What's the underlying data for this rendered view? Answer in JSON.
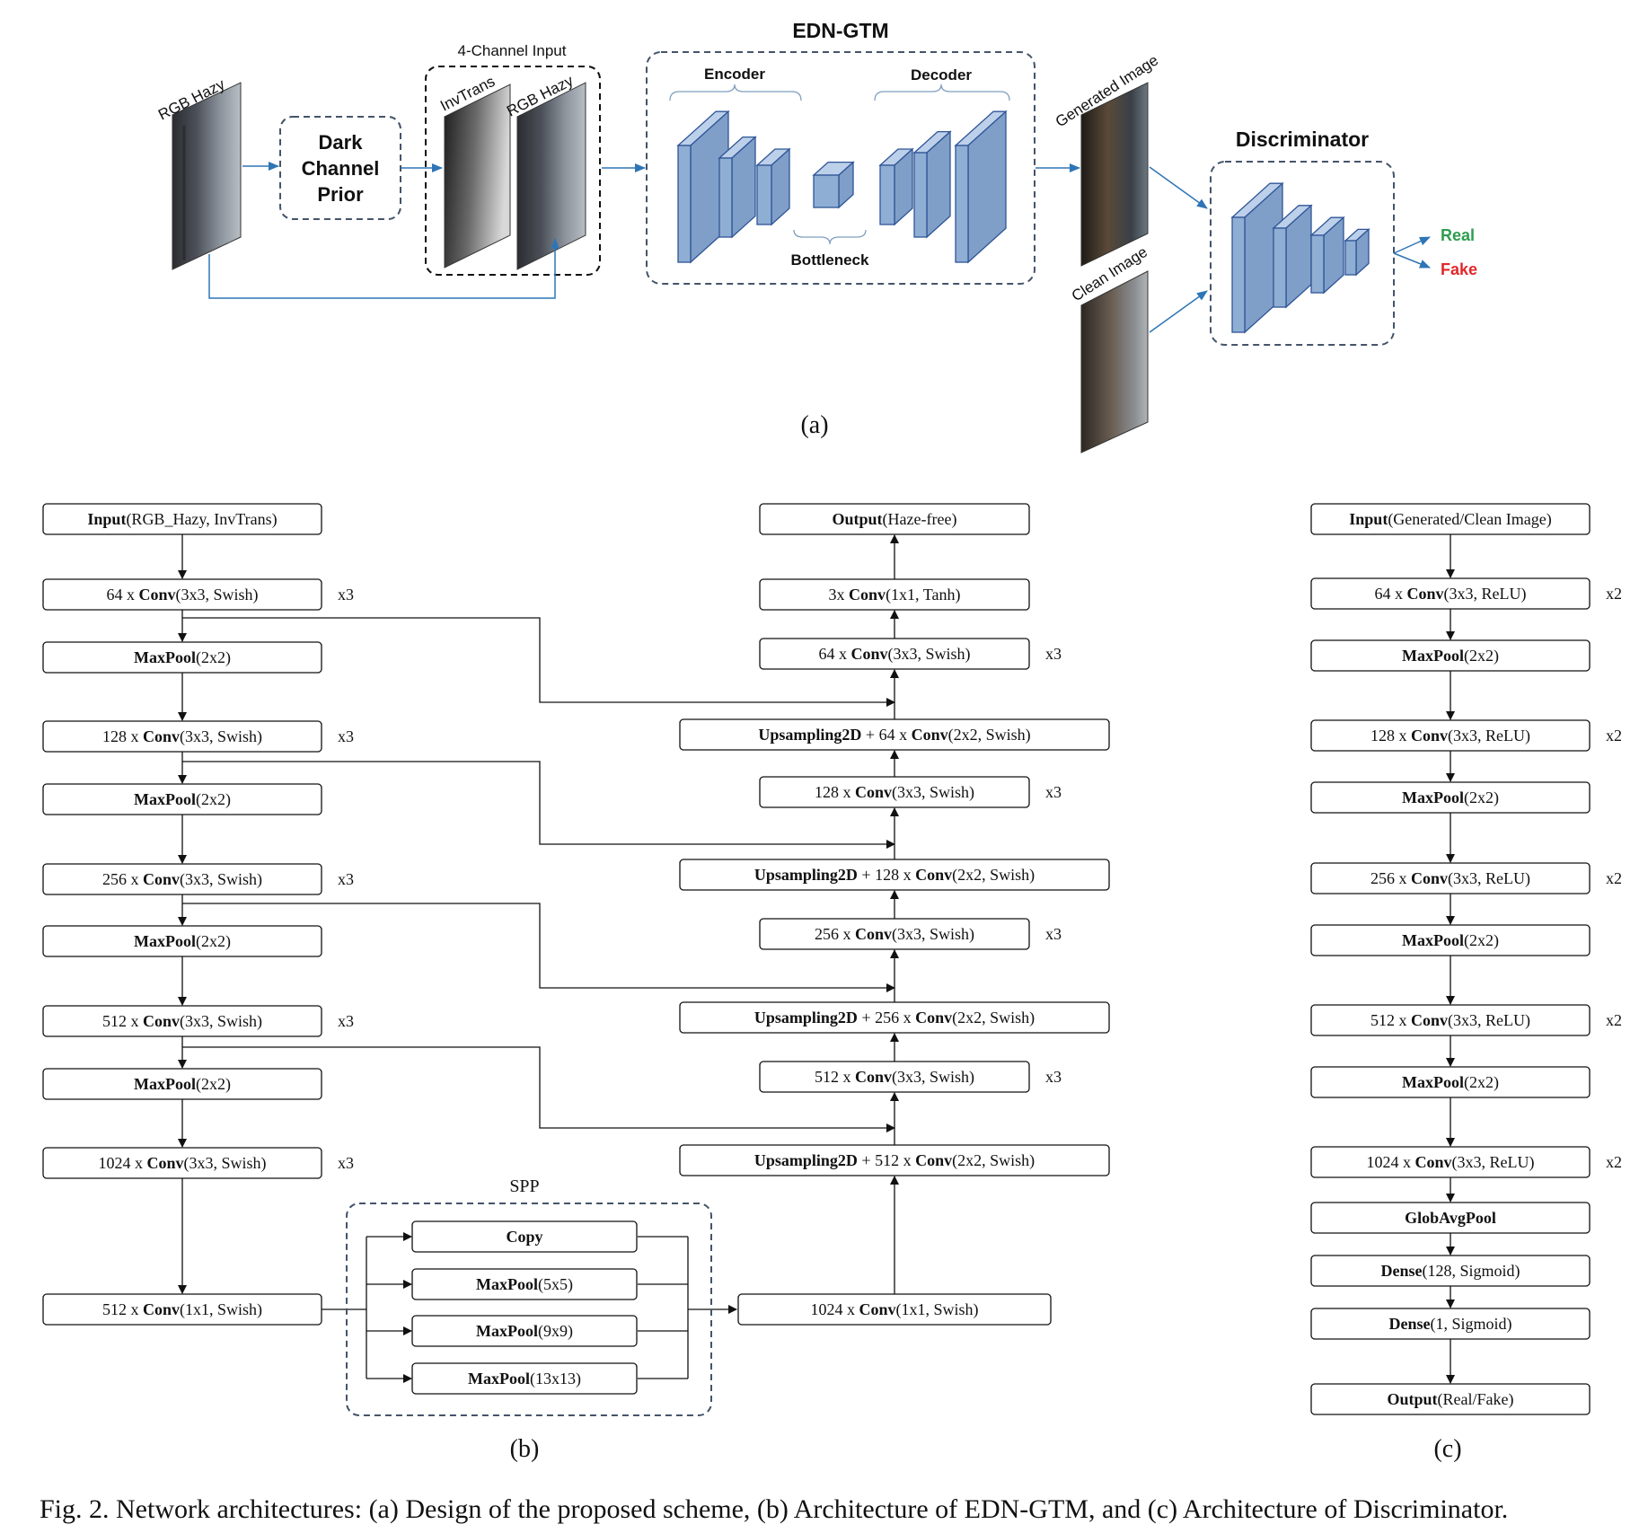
{
  "part_a": {
    "rgb_hazy_label": "RGB Hazy",
    "dcp_label": [
      "Dark",
      "Channel",
      "Prior"
    ],
    "four_channel_title": "4-Channel Input",
    "invtrans_label": "InvTrans",
    "rgb_hazy_label2": "RGB Hazy",
    "edn_title": "EDN-GTM",
    "encoder_label": "Encoder",
    "decoder_label": "Decoder",
    "bottleneck_label": "Bottleneck",
    "generated_label": "Generated Image",
    "clean_label": "Clean Image",
    "discriminator_title": "Discriminator",
    "real_label": "Real",
    "fake_label": "Fake",
    "real_color": "#2e9d4e",
    "fake_color": "#e0282b",
    "block_color": "#8faed4",
    "arrow_color": "#2e75b6",
    "caption": "(a)"
  },
  "part_b": {
    "encoder": [
      {
        "bold": "Input",
        "rest": "(RGB_Hazy, InvTrans)",
        "rep": ""
      },
      {
        "prefix": "64 x ",
        "bold": "Conv",
        "rest": "(3x3, Swish)",
        "rep": "x3"
      },
      {
        "bold": "MaxPool",
        "rest": "(2x2)",
        "rep": ""
      },
      {
        "prefix": "128 x ",
        "bold": "Conv",
        "rest": "(3x3, Swish)",
        "rep": "x3"
      },
      {
        "bold": "MaxPool",
        "rest": "(2x2)",
        "rep": ""
      },
      {
        "prefix": "256 x ",
        "bold": "Conv",
        "rest": "(3x3, Swish)",
        "rep": "x3"
      },
      {
        "bold": "MaxPool",
        "rest": "(2x2)",
        "rep": ""
      },
      {
        "prefix": "512 x ",
        "bold": "Conv",
        "rest": "(3x3, Swish)",
        "rep": "x3"
      },
      {
        "bold": "MaxPool",
        "rest": "(2x2)",
        "rep": ""
      },
      {
        "prefix": "1024 x ",
        "bold": "Conv",
        "rest": "(3x3, Swish)",
        "rep": "x3"
      },
      {
        "prefix": "512 x ",
        "bold": "Conv",
        "rest": "(1x1, Swish)",
        "rep": ""
      }
    ],
    "decoder": [
      {
        "bold": "Output",
        "rest": "(Haze-free)",
        "rep": ""
      },
      {
        "prefix": "3x ",
        "bold": "Conv",
        "rest": "(1x1, Tanh)",
        "rep": ""
      },
      {
        "prefix": "64 x ",
        "bold": "Conv",
        "rest": "(3x3, Swish)",
        "rep": "x3"
      },
      {
        "bold": "Upsampling2D",
        "rest": " + 64 x ",
        "bold2": "Conv",
        "rest2": "(2x2, Swish)",
        "rep": ""
      },
      {
        "prefix": "128 x ",
        "bold": "Conv",
        "rest": "(3x3, Swish)",
        "rep": "x3"
      },
      {
        "bold": "Upsampling2D",
        "rest": " + 128 x ",
        "bold2": "Conv",
        "rest2": "(2x2, Swish)",
        "rep": ""
      },
      {
        "prefix": "256 x ",
        "bold": "Conv",
        "rest": "(3x3, Swish)",
        "rep": "x3"
      },
      {
        "bold": "Upsampling2D",
        "rest": " + 256 x ",
        "bold2": "Conv",
        "rest2": "(2x2, Swish)",
        "rep": ""
      },
      {
        "prefix": "512 x ",
        "bold": "Conv",
        "rest": "(3x3, Swish)",
        "rep": "x3"
      },
      {
        "bold": "Upsampling2D",
        "rest": " + 512 x ",
        "bold2": "Conv",
        "rest2": "(2x2, Swish)",
        "rep": ""
      },
      {
        "prefix": "1024 x ",
        "bold": "Conv",
        "rest": "(1x1, Swish)",
        "rep": ""
      }
    ],
    "spp_title": "SPP",
    "spp": [
      {
        "bold": "Copy",
        "rest": ""
      },
      {
        "bold": "MaxPool",
        "rest": "(5x5)"
      },
      {
        "bold": "MaxPool",
        "rest": "(9x9)"
      },
      {
        "bold": "MaxPool",
        "rest": "(13x13)"
      }
    ],
    "caption": "(b)"
  },
  "part_c": {
    "layers": [
      {
        "bold": "Input",
        "rest": "(Generated/Clean Image)",
        "rep": ""
      },
      {
        "prefix": "64 x ",
        "bold": "Conv",
        "rest": "(3x3, ReLU)",
        "rep": "x2"
      },
      {
        "bold": "MaxPool",
        "rest": "(2x2)",
        "rep": ""
      },
      {
        "prefix": "128 x ",
        "bold": "Conv",
        "rest": "(3x3, ReLU)",
        "rep": "x2"
      },
      {
        "bold": "MaxPool",
        "rest": "(2x2)",
        "rep": ""
      },
      {
        "prefix": "256 x ",
        "bold": "Conv",
        "rest": "(3x3, ReLU)",
        "rep": "x2"
      },
      {
        "bold": "MaxPool",
        "rest": "(2x2)",
        "rep": ""
      },
      {
        "prefix": "512 x ",
        "bold": "Conv",
        "rest": "(3x3, ReLU)",
        "rep": "x2"
      },
      {
        "bold": "MaxPool",
        "rest": "(2x2)",
        "rep": ""
      },
      {
        "prefix": "1024 x ",
        "bold": "Conv",
        "rest": "(3x3, ReLU)",
        "rep": "x2"
      },
      {
        "bold": "GlobAvgPool",
        "rest": "",
        "rep": ""
      },
      {
        "bold": "Dense",
        "rest": "(128, Sigmoid)",
        "rep": ""
      },
      {
        "bold": "Dense",
        "rest": "(1, Sigmoid)",
        "rep": ""
      },
      {
        "bold": "Output",
        "rest": "(Real/Fake)",
        "rep": ""
      }
    ],
    "caption": "(c)"
  },
  "figure_caption": "Fig. 2. Network architectures: (a) Design of the proposed scheme, (b) Architecture of EDN-GTM, and (c) Architecture of Discriminator."
}
